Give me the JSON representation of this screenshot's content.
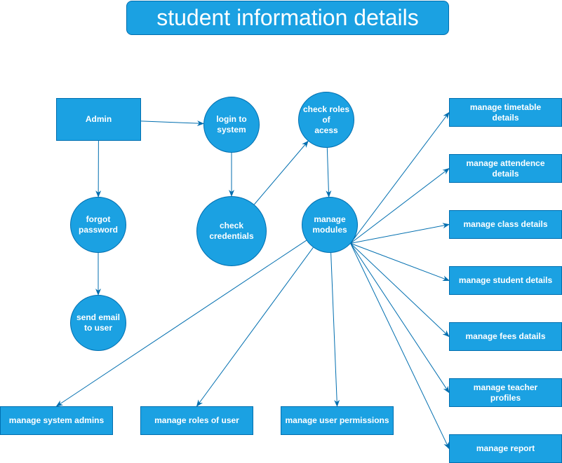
{
  "title": "student information details",
  "colors": {
    "fill": "#1ba1e2",
    "stroke": "#006eaf",
    "text": "#ffffff",
    "edge": "#006eaf"
  },
  "nodes": {
    "admin": "Admin",
    "login": "login to\nsystem",
    "check_roles": "check roles of\nacess",
    "forgot_password": "forgot\npassword",
    "check_credentials": "check\ncredentials",
    "manage_modules": "manage\nmodules",
    "send_email": "send email\nto user",
    "timetable": "manage timetable\ndetails",
    "attendence": "manage attendence\ndetails",
    "class": "manage class details",
    "student": "manage student details",
    "fees": "manage fees datails",
    "teacher": "manage teacher\nprofiles",
    "report": "manage report",
    "system_admins": "manage system admins",
    "roles_of_user": "manage roles of user",
    "user_permissions": "manage user permissions"
  },
  "edges": [
    [
      "admin",
      "login"
    ],
    [
      "admin",
      "forgot_password"
    ],
    [
      "forgot_password",
      "send_email"
    ],
    [
      "login",
      "check_credentials"
    ],
    [
      "check_credentials",
      "check_roles"
    ],
    [
      "check_roles",
      "manage_modules"
    ],
    [
      "manage_modules",
      "timetable"
    ],
    [
      "manage_modules",
      "attendence"
    ],
    [
      "manage_modules",
      "class"
    ],
    [
      "manage_modules",
      "student"
    ],
    [
      "manage_modules",
      "fees"
    ],
    [
      "manage_modules",
      "teacher"
    ],
    [
      "manage_modules",
      "report"
    ],
    [
      "manage_modules",
      "system_admins"
    ],
    [
      "manage_modules",
      "roles_of_user"
    ],
    [
      "manage_modules",
      "user_permissions"
    ]
  ]
}
